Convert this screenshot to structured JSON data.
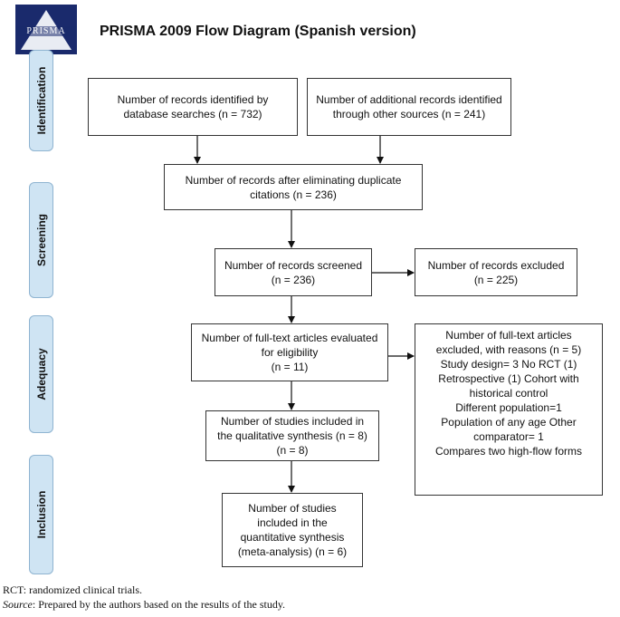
{
  "header": {
    "logo_text": "PRISMA",
    "title": "PRISMA 2009 Flow Diagram (Spanish version)"
  },
  "stages": {
    "identification": "Identification",
    "screening": "Screening",
    "adequacy": "Adequacy",
    "inclusion": "Inclusion"
  },
  "boxes": {
    "database": "Number of records identified by database searches (n = 732)",
    "other_sources": "Number of additional records identified through other sources (n = 241)",
    "after_duplicates": "Number of records after eliminating duplicate citations (n = 236)",
    "screened_label": "Number of records screened",
    "screened_n": "(n = 236)",
    "excluded_label": "Number of records excluded",
    "excluded_n": "(n = 225)",
    "fulltext_label": "Number of full-text articles evaluated for eligibility",
    "fulltext_n": "(n = 11)",
    "qualitative_label": "Number of studies included in the qualitative synthesis (n = 8)",
    "qualitative_n": "(n = 8)",
    "quantitative": "Number of studies included in the quantitative synthesis (meta-analysis) (n = 6)",
    "fulltext_excluded": {
      "heading": "Number of full-text articles excluded, with reasons (n = 5)",
      "reasons": [
        "Study design= 3 No RCT (1)",
        "Retrospective (1) Cohort with historical control",
        "Different population=1",
        "Population of any age Other comparator= 1",
        "Compares two high-flow forms"
      ]
    }
  },
  "footer": {
    "abbrev": "RCT: randomized clinical trials.",
    "source_label": "Source",
    "source_text": ": Prepared by the authors based on the results of the study."
  }
}
